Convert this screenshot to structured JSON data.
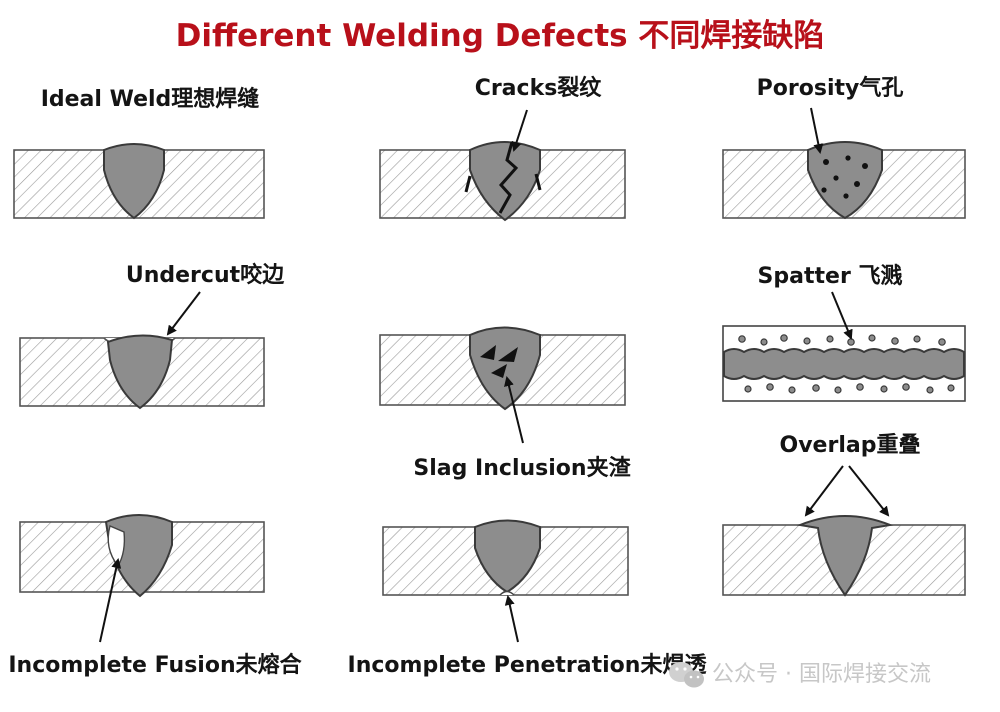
{
  "title": "Different Welding Defects 不同焊接缺陷",
  "panels": {
    "ideal": "Ideal Weld理想焊缝",
    "cracks": "Cracks裂纹",
    "porosity": "Porosity气孔",
    "undercut": "Undercut咬边",
    "spatter": "Spatter 飞溅",
    "slag": "Slag Inclusion夹渣",
    "overlap": "Overlap重叠",
    "fusion": "Incomplete Fusion未熔合",
    "penetration": "Incomplete Penetration未焊透"
  },
  "watermark": "公众号 · 国际焊接交流",
  "watermark_icon": "wechat-icon",
  "colors": {
    "title": "#b8101a",
    "weld": "#8d8d8d",
    "hatch": "#9a9a9a"
  }
}
